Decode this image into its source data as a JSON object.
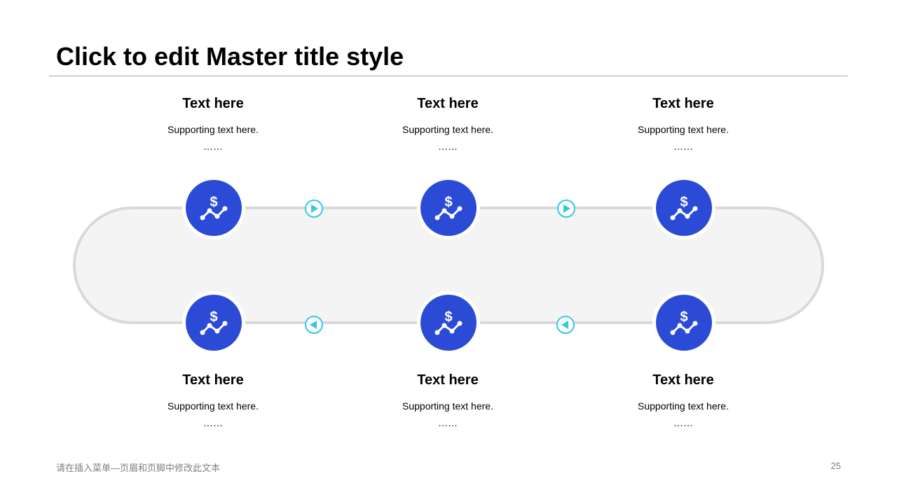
{
  "slide": {
    "title": "Click to edit Master title style",
    "footer": "请在插入菜单—页眉和页脚中修改此文本",
    "page_number": "25"
  },
  "steps": [
    {
      "heading": "Text here",
      "support": "Supporting text here.",
      "dots": "……",
      "icon": "dollar-trend-icon"
    },
    {
      "heading": "Text here",
      "support": "Supporting text here.",
      "dots": "……",
      "icon": "dollar-trend-icon"
    },
    {
      "heading": "Text here",
      "support": "Supporting text here.",
      "dots": "……",
      "icon": "dollar-trend-icon"
    },
    {
      "heading": "Text here",
      "support": "Supporting text here.",
      "dots": "……",
      "icon": "dollar-trend-icon"
    },
    {
      "heading": "Text here",
      "support": "Supporting text here.",
      "dots": "……",
      "icon": "dollar-trend-icon"
    },
    {
      "heading": "Text here",
      "support": "Supporting text here.",
      "dots": "……",
      "icon": "dollar-trend-icon"
    }
  ],
  "arrows": [
    {
      "direction": "right",
      "icon": "play-right-icon"
    },
    {
      "direction": "right",
      "icon": "play-right-icon"
    },
    {
      "direction": "left",
      "icon": "play-left-icon"
    },
    {
      "direction": "left",
      "icon": "play-left-icon"
    }
  ],
  "colors": {
    "circle": "#2b4bd6",
    "track": "#d9d9d9",
    "track_fill": "#f4f4f4",
    "arrow": "#33c8e8",
    "icon": "#ffffff"
  }
}
